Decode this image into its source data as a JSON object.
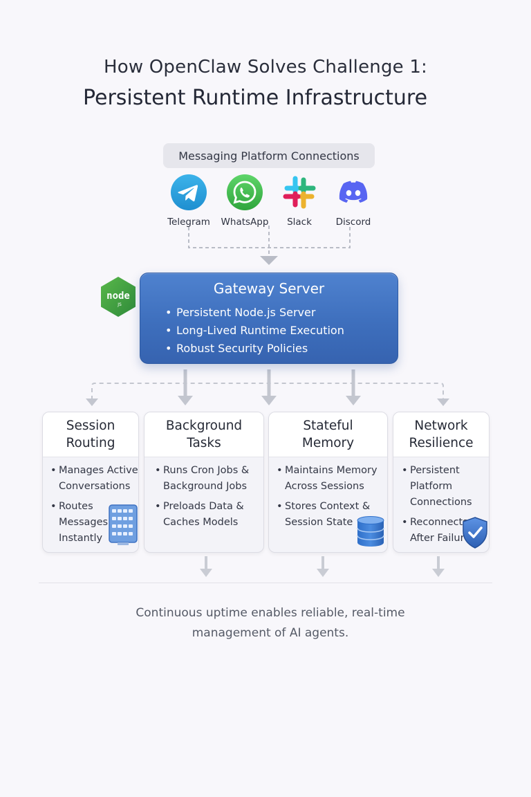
{
  "title": {
    "line1": "How OpenClaw Solves Challenge 1:",
    "line2": "Persistent Runtime Infrastructure"
  },
  "platforms": {
    "header": "Messaging Platform Connections",
    "items": [
      {
        "label": "Telegram",
        "icon": "telegram-icon",
        "color": "#2aa3df"
      },
      {
        "label": "WhatsApp",
        "icon": "whatsapp-icon",
        "color": "#3fbf4a"
      },
      {
        "label": "Slack",
        "icon": "slack-icon",
        "color": "#e01e5a"
      },
      {
        "label": "Discord",
        "icon": "discord-icon",
        "color": "#5865f2"
      }
    ]
  },
  "gateway": {
    "title": "Gateway Server",
    "badge": "node",
    "badge_sub": "JS",
    "bullets": [
      "Persistent Node.js Server",
      "Long-Lived Runtime Execution",
      "Robust Security Policies"
    ]
  },
  "cards": [
    {
      "title": "Session\nRouting",
      "bullets": [
        "Manages Active\nConversations",
        "Routes\nMessages\nInstantly"
      ],
      "icon": "server-rack-icon"
    },
    {
      "title": "Background\nTasks",
      "bullets": [
        "Runs Cron Jobs &\nBackground Jobs",
        "Preloads Data &\nCaches Models"
      ]
    },
    {
      "title": "Stateful\nMemory",
      "bullets": [
        "Maintains Memory\nAcross Sessions",
        "Stores Context &\nSession State"
      ],
      "icon": "database-icon"
    },
    {
      "title": "Network\nResilience",
      "bullets": [
        "Persistent\nPlatform\nConnections",
        "Reconnects\nAfter Failures"
      ],
      "icon": "shield-check-icon"
    }
  ],
  "footer": {
    "line1": "Continuous uptime enables reliable, real-time",
    "line2": "management of AI agents."
  },
  "colors": {
    "gateway": "#3e6fbd",
    "node_green": "#3fa548",
    "connector": "#b9bcc6"
  }
}
